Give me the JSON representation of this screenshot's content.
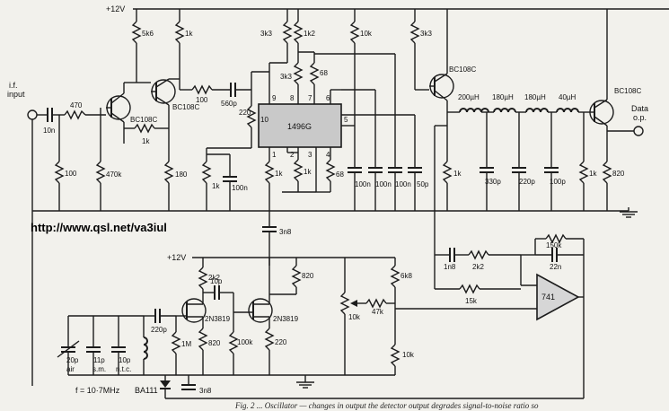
{
  "supply": {
    "top": "+12V",
    "bottom": "+12V"
  },
  "ports": {
    "input_line1": "i.f.",
    "input_line2": "input",
    "output_line1": "Data",
    "output_line2": "o.p."
  },
  "url": "http://www.qsl.net/va3iul",
  "ic": {
    "demod": "1496G",
    "opamp": "741"
  },
  "ic_pins": {
    "p1": "1",
    "p2": "2",
    "p3": "3",
    "p4": "4",
    "p5": "5",
    "p6": "6",
    "p7": "7",
    "p8": "8",
    "p9": "9",
    "p10": "10"
  },
  "transistors": {
    "q1": "BC108C",
    "q2": "BC108C",
    "q3": "BC108C",
    "q4": "BC108C",
    "fet1": "2N3819",
    "fet2": "2N3819"
  },
  "resistors": {
    "r470": "470",
    "r100a": "100",
    "r470k": "470k",
    "r5k6": "5k6",
    "r1ka": "1k",
    "r1kb": "1k",
    "r180": "180",
    "r100b": "100",
    "r220": "220",
    "r3k3a": "3k3",
    "r1k2": "1k2",
    "r3k3b": "3k3",
    "r68a": "68",
    "r10ka": "10k",
    "r3k3c": "3k3",
    "r1kc": "1k",
    "r1kd": "1k",
    "r1ke": "1k",
    "r68b": "68",
    "r1kf": "1k",
    "r1kg": "1k",
    "r820a": "820",
    "r2k2a": "2k2",
    "r1m": "1M",
    "r820b": "820",
    "r100k": "100k",
    "r220b": "220",
    "r820c": "820",
    "r6k8": "6k8",
    "r47k": "47k",
    "r10kpot": "10k",
    "r10kb": "10k",
    "r2k2b": "2k2",
    "r150k": "150k",
    "r15k": "15k"
  },
  "capacitors": {
    "c10n": "10n",
    "c560p": "560p",
    "c100na": "100n",
    "c100nb": "100n",
    "c100nc": "100n",
    "c100nd": "100n",
    "c50p": "50p",
    "c330p": "330p",
    "c220p": "220p",
    "c100p": "100p",
    "c3n8a": "3n8",
    "c10p": "10p",
    "c220pb": "220p",
    "c20p": "20p",
    "c20p_sub": "air",
    "c11p": "11p",
    "c11p_sub": "s.m.",
    "c10pb": "10p",
    "c10pb_sub": "n.t.c.",
    "c3n8b": "3n8",
    "c1n8": "1n8",
    "c22n": "22n"
  },
  "inductors": {
    "l1": "200µH",
    "l2": "180µH",
    "l3": "180µH",
    "l4": "40µH"
  },
  "diode": "BA111",
  "freq_label": "f = 10·7MHz",
  "caption": "Fig. 2 ... Oscillator — changes in output the detector output degrades signal-to-noise ratio so"
}
